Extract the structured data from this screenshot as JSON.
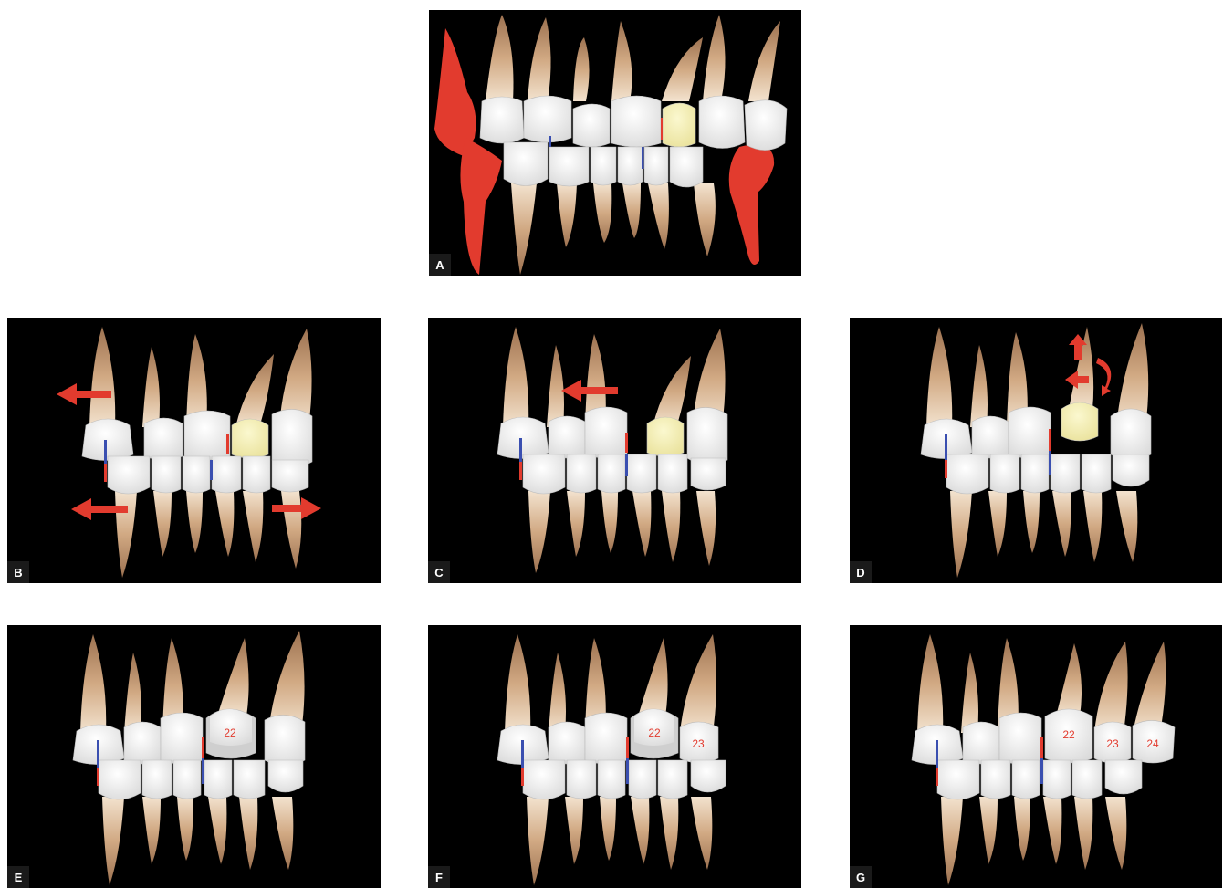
{
  "figure": {
    "panels": [
      {
        "id": "A",
        "label": "A",
        "numbers": []
      },
      {
        "id": "B",
        "label": "B",
        "numbers": []
      },
      {
        "id": "C",
        "label": "C",
        "numbers": []
      },
      {
        "id": "D",
        "label": "D",
        "numbers": []
      },
      {
        "id": "E",
        "label": "E",
        "numbers": [
          "22"
        ]
      },
      {
        "id": "F",
        "label": "F",
        "numbers": [
          "22",
          "23"
        ]
      },
      {
        "id": "G",
        "label": "G",
        "numbers": [
          "22",
          "23",
          "24"
        ]
      }
    ]
  },
  "colors": {
    "background": "#000000",
    "root": "#c9a27e",
    "crown": "#f2f2f2",
    "highlight_crown": "#f6f2b0",
    "extraction_red": "#e23b2e",
    "midline_blue": "#3a4fb0",
    "arrow_red": "#e23b2e"
  }
}
